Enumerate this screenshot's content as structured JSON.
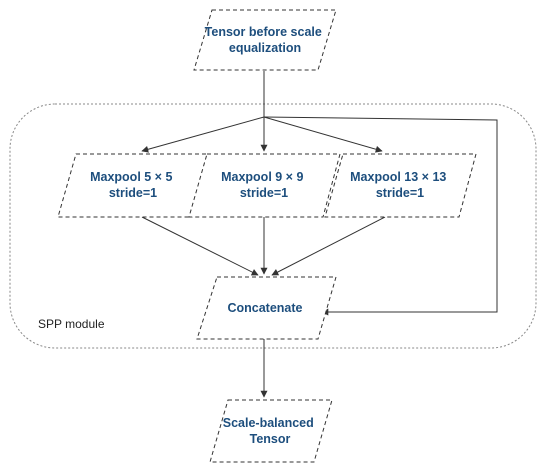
{
  "module": {
    "label": "SPP module"
  },
  "nodes": {
    "input": {
      "lines": [
        "Tensor before scale",
        "equalization"
      ]
    },
    "pool5": {
      "lines": [
        "Maxpool 5 × 5",
        "stride=1"
      ]
    },
    "pool9": {
      "lines": [
        "Maxpool 9 × 9",
        "stride=1"
      ]
    },
    "pool13": {
      "lines": [
        "Maxpool 13 × 13",
        "stride=1"
      ]
    },
    "concat": {
      "lines": [
        "Concatenate"
      ]
    },
    "output": {
      "lines": [
        "Scale-balanced",
        "Tensor"
      ]
    }
  },
  "colors": {
    "node_text": "#1d4e7d",
    "stroke": "#333333",
    "module_border": "#888888"
  }
}
